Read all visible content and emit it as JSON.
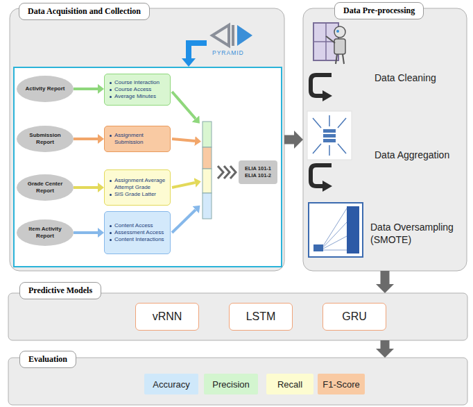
{
  "diagram": {
    "nodes": [
      {
        "text": [
          "Data Acquisition and Collection"
        ]
      },
      {
        "text": [
          "Activity Report"
        ],
        "in": 0
      },
      {
        "text": [
          "Course interaction",
          "Course Access",
          "Average Minutes"
        ],
        "in": 0
      },
      {
        "text": [
          "Submission Report"
        ],
        "in": 0
      },
      {
        "text": [
          "Assignment Submission"
        ],
        "in": 0
      },
      {
        "text": [
          "Grade Center Report"
        ],
        "in": 0
      },
      {
        "text": [
          "Assignment Average Attempt Grade",
          "SIS Grade Latter"
        ],
        "in": 0
      },
      {
        "text": [
          "Item Activity Report"
        ],
        "in": 0
      },
      {
        "text": [
          "Content Access",
          "Assessment Access",
          "Content Interactions"
        ],
        "in": 0
      },
      {
        "text": [
          "ELIA 101-1",
          "ELIA 101-2"
        ],
        "in": 0
      },
      {
        "text": [
          "Data Pre-processing"
        ]
      },
      {
        "text": [
          "Predictive Models"
        ]
      },
      {
        "text": [
          "vRNN"
        ],
        "in": 11
      },
      {
        "text": [
          "LSTM"
        ],
        "in": 11
      },
      {
        "text": [
          "GRU"
        ],
        "in": 11
      },
      {
        "text": [
          "Evaluation"
        ]
      },
      {
        "text": [
          "Accuracy"
        ],
        "in": 15
      },
      {
        "text": [
          "Precision"
        ],
        "in": 15
      },
      {
        "text": [
          "Recall"
        ],
        "in": 15
      },
      {
        "text": [
          "F1-Score"
        ],
        "in": 15
      }
    ],
    "edges": [
      {
        "from": 1,
        "to": 2,
        "arrow": "to"
      },
      {
        "from": 3,
        "to": 4,
        "arrow": "to"
      },
      {
        "from": 5,
        "to": 6,
        "arrow": "to"
      },
      {
        "from": 7,
        "to": 8,
        "arrow": "to"
      },
      {
        "from": 0,
        "to": 10,
        "arrow": "to"
      },
      {
        "from": 10,
        "to": 11,
        "arrow": "to"
      },
      {
        "from": 11,
        "to": 15,
        "arrow": "to"
      }
    ],
    "labels": [
      "PYRAMID",
      "Data Cleaning",
      "Data Aggregation",
      "Data Oversampling (SMOTE)"
    ]
  }
}
